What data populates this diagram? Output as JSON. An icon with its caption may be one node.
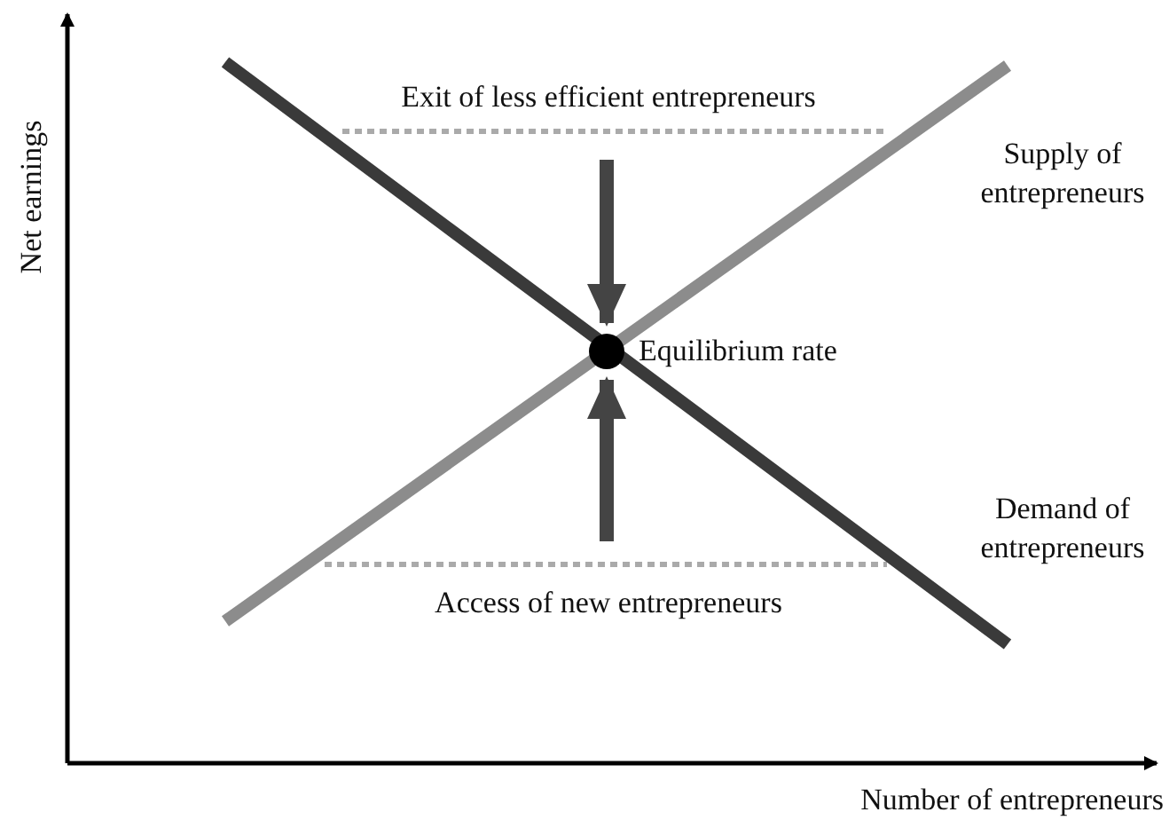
{
  "diagram": {
    "labels": [
      "Net earnings",
      "Exit of less efficient entrepreneurs",
      "Supply of entrepreneurs",
      "Equilibrium rate",
      "Demand of entrepreneurs",
      "Access of new entrepreneurs",
      "Number of entrepreneurs"
    ]
  }
}
